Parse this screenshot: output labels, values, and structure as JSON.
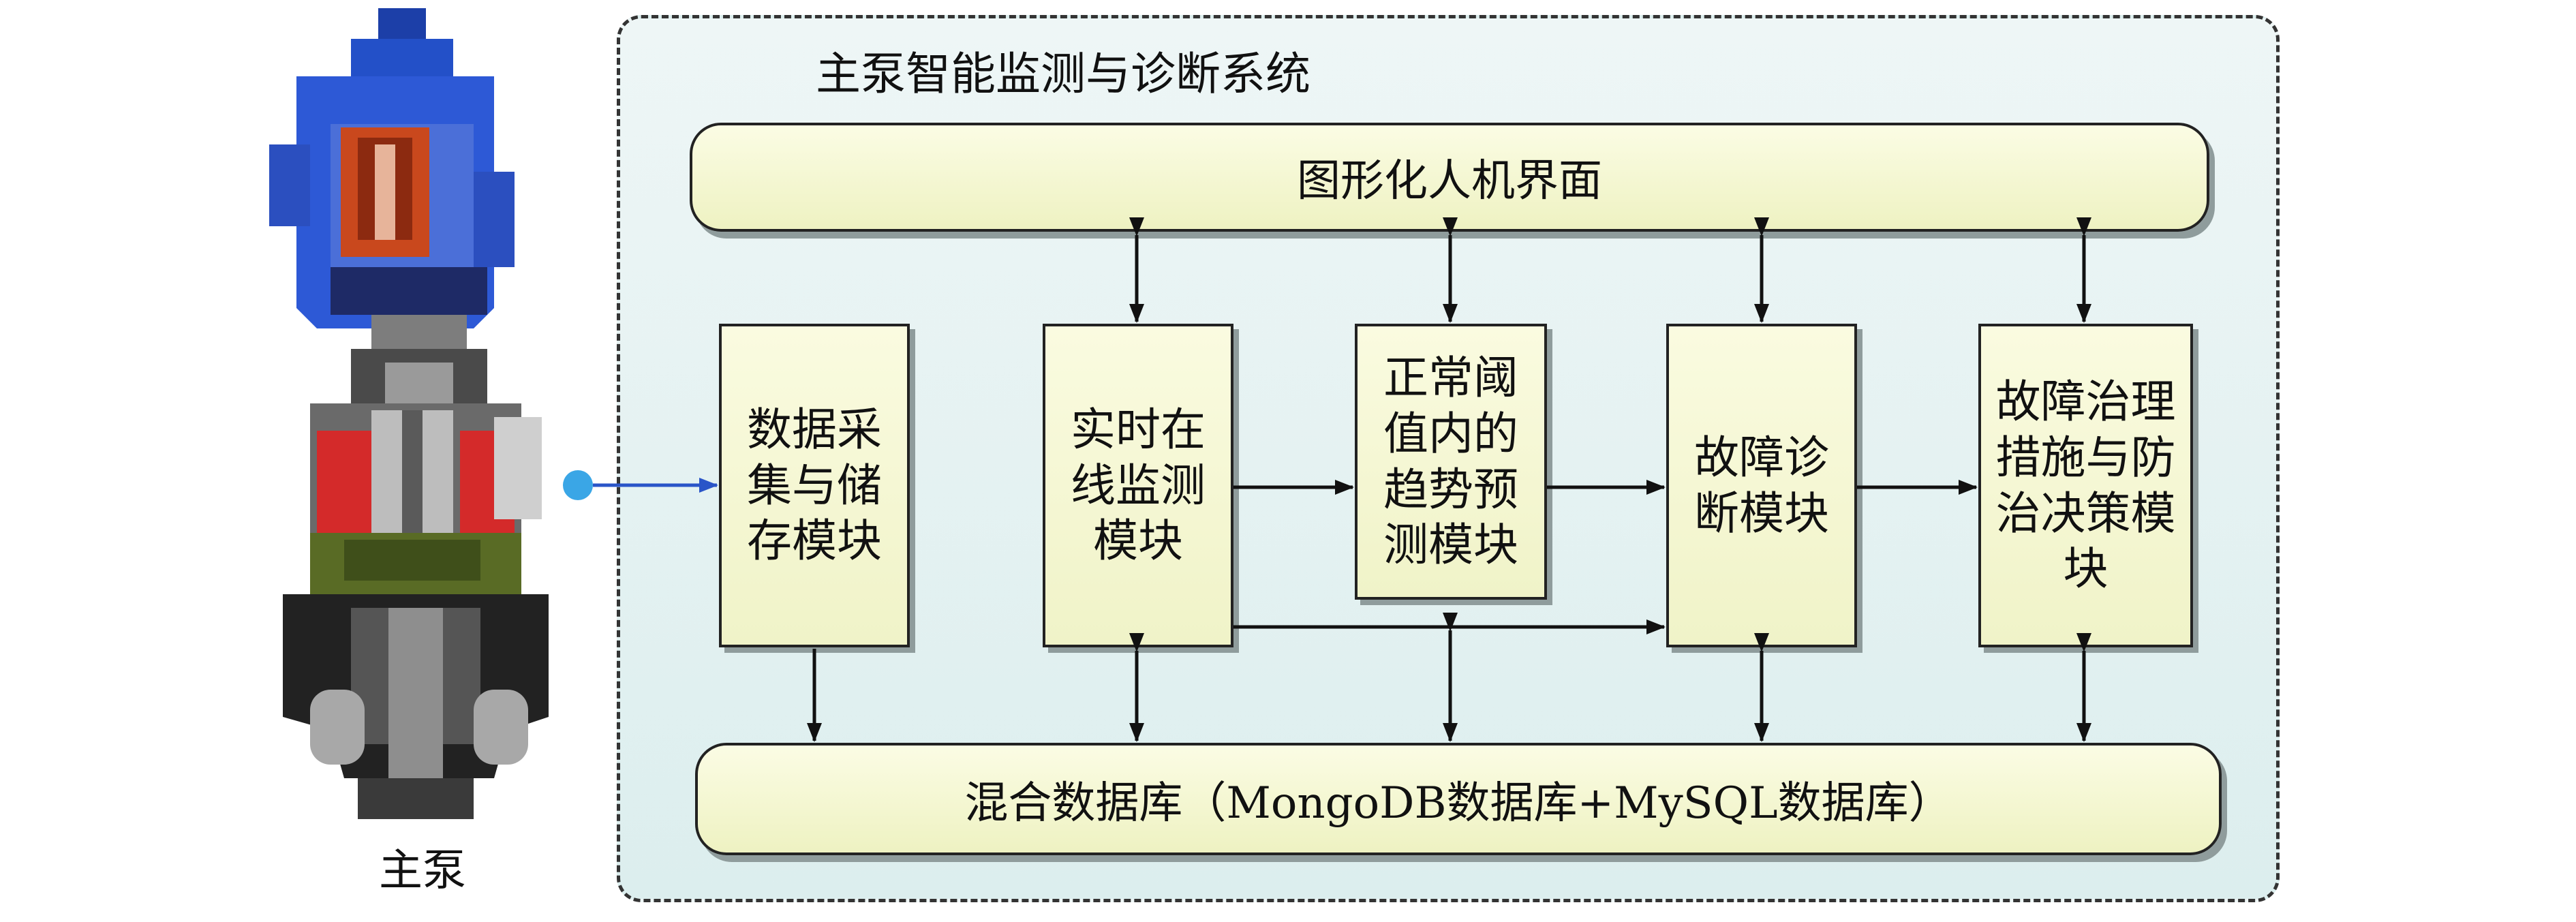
{
  "pump": {
    "label": "主泵"
  },
  "system": {
    "title": "主泵智能监测与诊断系统",
    "hmi_label": "图形化人机界面",
    "database_label": "混合数据库（MongoDB数据库+MySQL数据库）",
    "modules": {
      "acquisition": [
        "数据采",
        "集与储",
        "存模块"
      ],
      "monitoring": [
        "实时在",
        "线监测",
        "模块"
      ],
      "prediction": [
        "正常阈",
        "值内的",
        "趋势预",
        "测模块"
      ],
      "diagnosis": [
        "故障诊",
        "断模块"
      ],
      "decision": [
        "故障治理",
        "措施与防",
        "治决策模",
        "块"
      ]
    }
  },
  "colors": {
    "frame_fill": "#e3f1f1",
    "box_fill": "#f3f5cf",
    "line": "#111111",
    "input_arrow": "#2a55c8",
    "input_dot": "#3aa6e6"
  }
}
